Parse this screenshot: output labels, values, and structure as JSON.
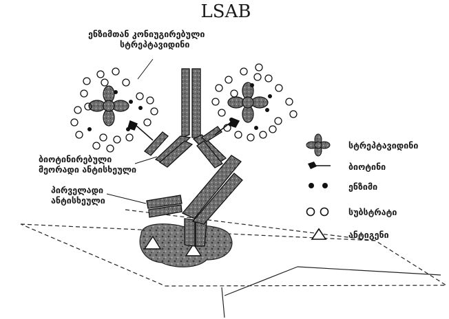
{
  "title": "LSAB",
  "labels": {
    "enzyme_streptavidin": [
      "ენზიმთან კონიუგირებული",
      "სტრეპტავიდინი"
    ],
    "biotinylated_secondary": [
      "ბიოტინირებული",
      "მეორადი ანტისხეული"
    ],
    "primary_antibody": [
      "პირველადი",
      "ანტისხეული"
    ]
  },
  "legend": [
    {
      "key": "streptavidin",
      "label": "სტრეპტავიდინი"
    },
    {
      "key": "biotin",
      "label": "ბიოტინი"
    },
    {
      "key": "enzyme",
      "label": "ენზიმი"
    },
    {
      "key": "substrate",
      "label": "სუბსტრატი"
    },
    {
      "key": "antigen",
      "label": "ანტიგენი"
    }
  ]
}
